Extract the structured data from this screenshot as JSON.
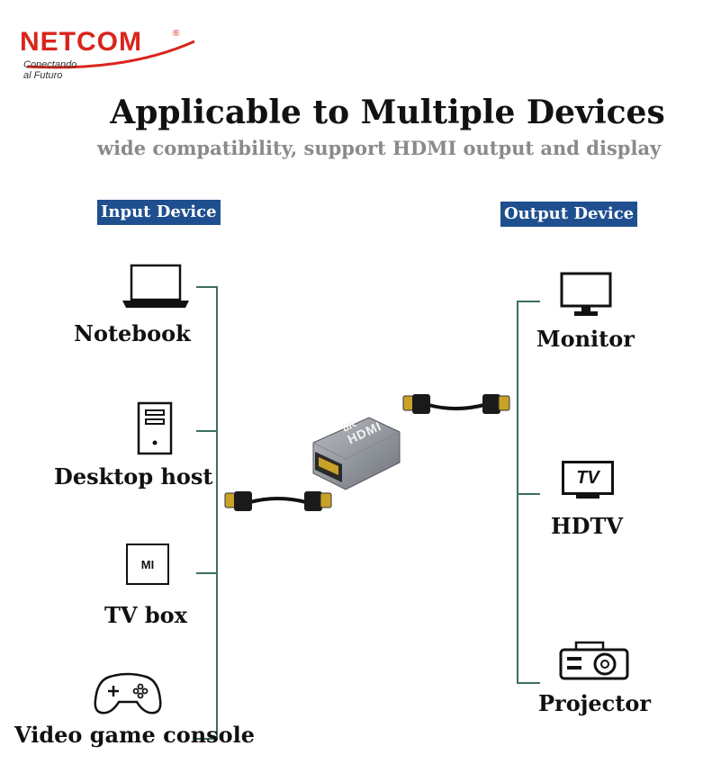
{
  "brand": {
    "name": "NETCOM",
    "registered": "®",
    "tagline": "Conectando al Futuro"
  },
  "title": "Applicable to Multiple Devices",
  "subtitle": "wide compatibility, support HDMI output and display",
  "input": {
    "label": "Input Device",
    "devices": [
      "Notebook",
      "Desktop host",
      "TV box",
      "Video game console"
    ]
  },
  "output": {
    "label": "Output Device",
    "devices": [
      "Monitor",
      "HDTV",
      "Projector"
    ]
  },
  "adapter": {
    "line1": "8K",
    "line2": "HDMI"
  },
  "icon_text": {
    "tvbox": "MI",
    "hdtv": "TV"
  },
  "colors": {
    "brand_red": "#d9251c",
    "badge_blue": "#1f4f8f",
    "connector_line": "#3c6e64"
  }
}
